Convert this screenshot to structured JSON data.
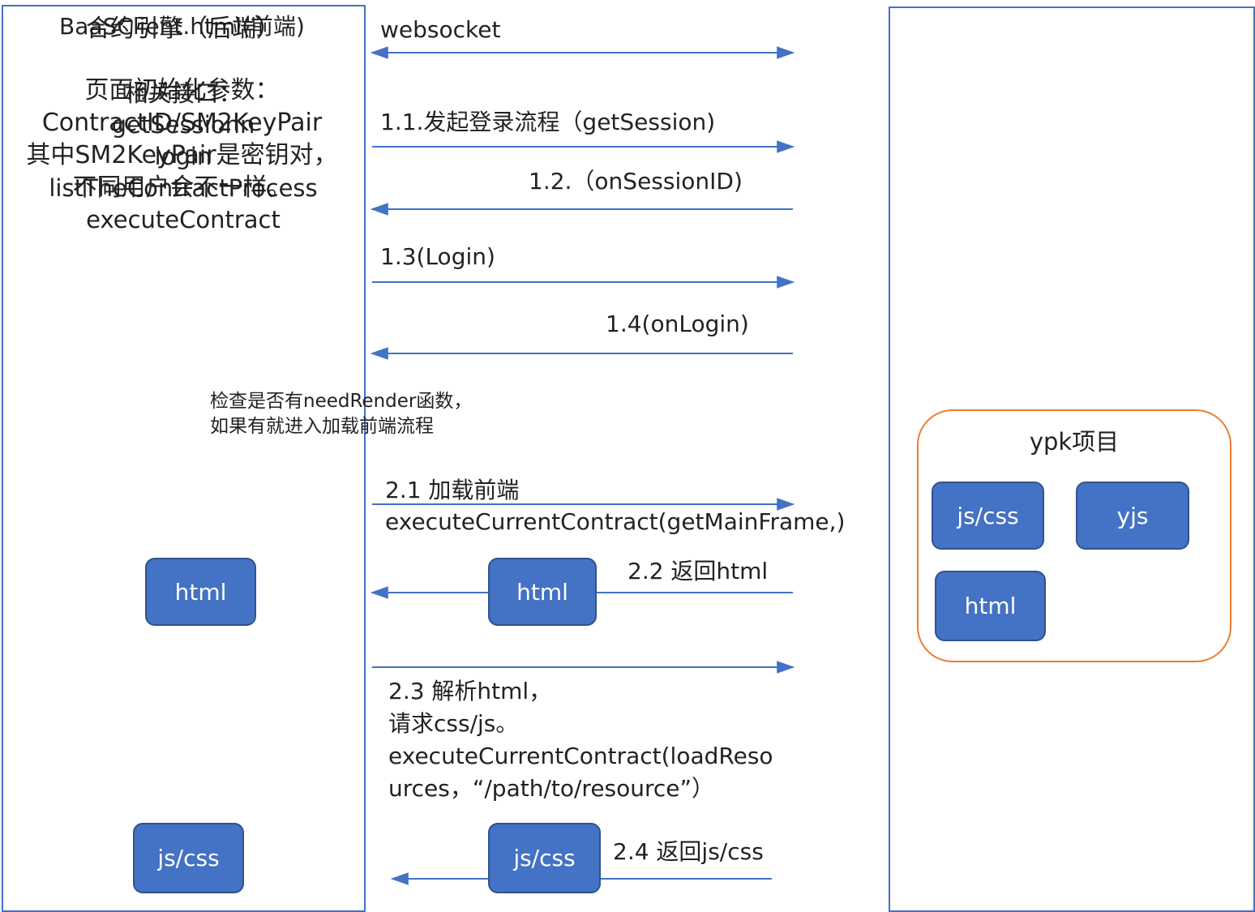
{
  "left_panel": {
    "title": "BaaSClient.html(前端)",
    "init_lines": [
      "页面初始化参数：",
      "ContractID/SM2KeyPair",
      "其中SM2KeyPair是密钥对，",
      "不同用户会不一样。"
    ],
    "html_box": "html",
    "jscss_box": "js/css"
  },
  "right_panel": {
    "title": "合约引擎（后端）",
    "interfaces_heading": "相关接口：",
    "interfaces": [
      "getSessionn",
      "login",
      "listTheContractProcess",
      "executeContract"
    ]
  },
  "channel": {
    "label": "websocket"
  },
  "messages": {
    "m11": "1.1.发起登录流程（getSession)",
    "m12": "1.2.（onSessionID)",
    "m13": "1.3(Login)",
    "m14": "1.4(onLogin)",
    "m21_line1": "2.1 加载前端",
    "m21_line2": "executeCurrentContract(getMainFrame,)",
    "m22": "2.2 返回html",
    "m23_lines": [
      "2.3 解析html，",
      "请求css/js。",
      "executeCurrentContract(loadReso",
      "urces，“/path/to/resource”）"
    ],
    "m24": "2.4 返回js/css"
  },
  "note": {
    "line1": "检查是否有needRender函数，",
    "line2": "如果有就进入加载前端流程"
  },
  "middle_boxes": {
    "html": "html",
    "jscss": "js/css"
  },
  "ypk": {
    "title": "ypk项目",
    "items": [
      "js/css",
      "yjs",
      "html"
    ]
  },
  "colors": {
    "panel_border": "#4472c4",
    "box_fill": "#4472c4",
    "arrow": "#4472c4",
    "ypk_border": "#ed7d31"
  }
}
